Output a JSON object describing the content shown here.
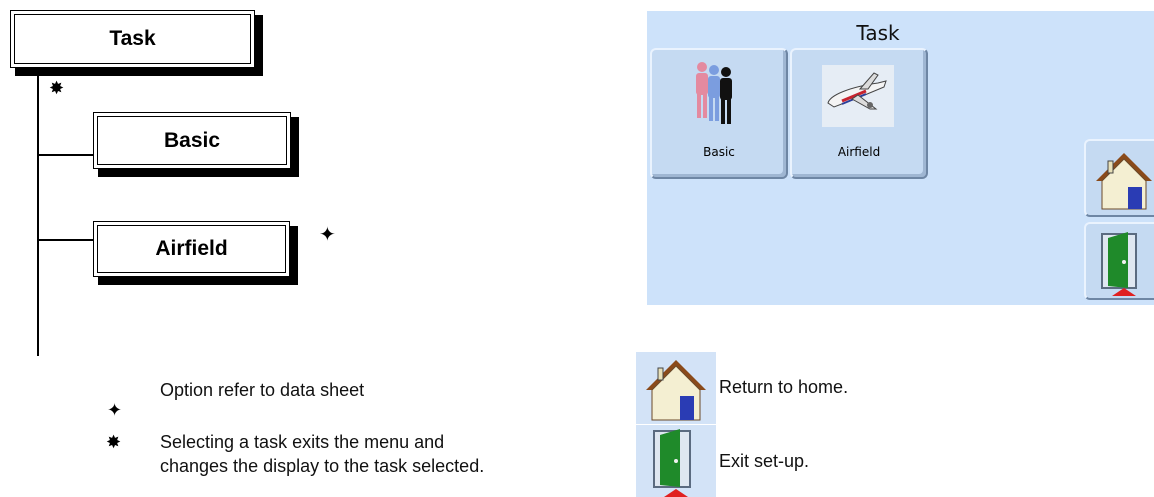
{
  "tree": {
    "root_label": "Task",
    "children": [
      {
        "label": "Basic"
      },
      {
        "label": "Airfield"
      }
    ],
    "star_symbol": "✸",
    "diamond_symbol": "✦"
  },
  "legend": {
    "option_note": "Option refer to data sheet",
    "task_note_line1": "Selecting a task exits the menu and",
    "task_note_line2": "changes the display to the task selected."
  },
  "screen": {
    "title": "Task",
    "tiles": [
      {
        "label": "Basic",
        "icon": "people-icon"
      },
      {
        "label": "Airfield",
        "icon": "airplane-icon"
      }
    ],
    "side_buttons": [
      {
        "icon": "home-icon"
      },
      {
        "icon": "exit-door-icon"
      }
    ]
  },
  "icon_legend": {
    "home_text": "Return to home.",
    "exit_text": "Exit set-up."
  },
  "colors": {
    "screen_background": "#cde2fa",
    "tile_background": "#c5daf2"
  }
}
